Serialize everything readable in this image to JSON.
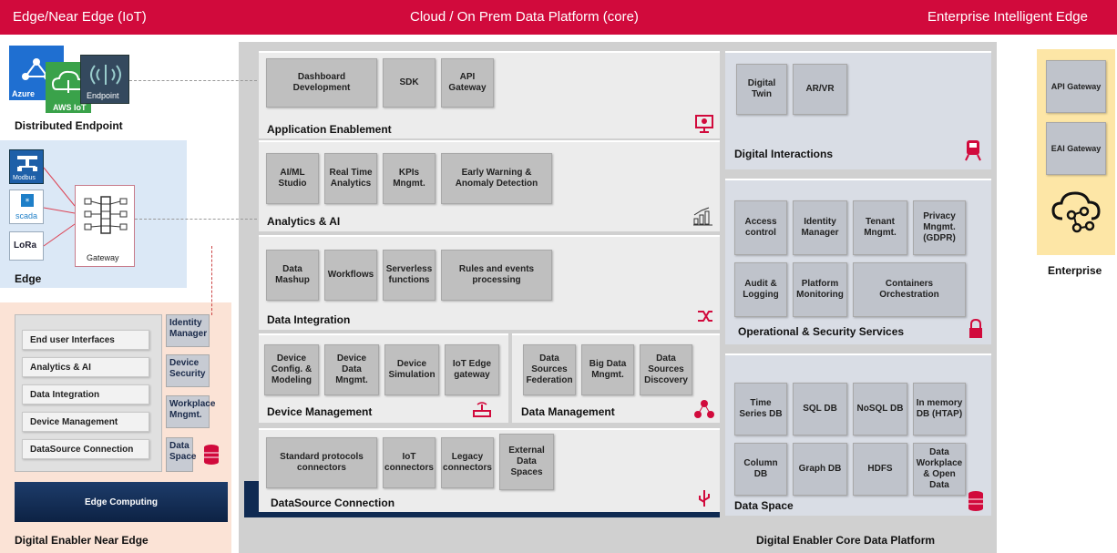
{
  "header": {
    "left": "Edge/Near Edge (IoT)",
    "center": "Cloud / On Prem Data Platform (core)",
    "right": "Enterprise Intelligent Edge"
  },
  "endpoint": {
    "azure": "Azure",
    "awsiot": "AWS IoT",
    "endpoint": "Endpoint",
    "title": "Distributed Endpoint"
  },
  "edge": {
    "modbus": "Modbus",
    "scada": "scada",
    "lora": "LoRa",
    "gateway": "Gateway",
    "title": "Edge"
  },
  "near_edge": {
    "items": [
      "End user Interfaces",
      "Analytics & AI",
      "Data Integration",
      "Device Management",
      "DataSource Connection"
    ],
    "right_items": [
      "Identity Manager",
      "Device Security",
      "Workplace Mngmt.",
      "Data Space"
    ],
    "edge_computing": "Edge Computing",
    "title": "Digital Enabler Near Edge"
  },
  "core": {
    "app": {
      "boxes": [
        "Dashboard Development",
        "SDK",
        "API Gateway"
      ],
      "title": "Application Enablement"
    },
    "analytics": {
      "boxes": [
        "AI/ML Studio",
        "Real Time Analytics",
        "KPIs Mngmt.",
        "Early Warning & Anomaly Detection"
      ],
      "title": "Analytics & AI"
    },
    "integration": {
      "boxes": [
        "Data Mashup",
        "Workflows",
        "Serverless functions",
        "Rules and events processing"
      ],
      "title": "Data Integration"
    },
    "device": {
      "boxes": [
        "Device Config. & Modeling",
        "Device Data Mngmt.",
        "Device Simulation",
        "IoT Edge gateway"
      ],
      "title": "Device Management"
    },
    "datamgmt": {
      "boxes": [
        "Data Sources Federation",
        "Big Data Mngmt.",
        "Data Sources Discovery"
      ],
      "title": "Data Management"
    },
    "datasource": {
      "boxes": [
        "Standard protocols connectors",
        "IoT connectors",
        "Legacy connectors",
        "External Data Spaces"
      ],
      "title": "DataSource Connection"
    },
    "interactions": {
      "boxes": [
        "Digital Twin",
        "AR/VR"
      ],
      "title": "Digital Interactions"
    },
    "opsec": {
      "boxes": [
        "Access control",
        "Identity Manager",
        "Tenant Mngmt.",
        "Privacy Mngmt. (GDPR)",
        "Audit & Logging",
        "Platform Monitoring",
        "Containers Orchestration"
      ],
      "title": "Operational & Security Services"
    },
    "dataspace": {
      "boxes": [
        "Time Series DB",
        "SQL DB",
        "NoSQL DB",
        "In memory DB (HTAP)",
        "Column DB",
        "Graph DB",
        "HDFS",
        "Data Workplace & Open Data"
      ],
      "title": "Data Space"
    },
    "footer": "Digital Enabler Core Data Platform"
  },
  "enterprise": {
    "boxes": [
      "API Gateway",
      "EAI Gateway"
    ],
    "title": "Enterprise"
  },
  "colors": {
    "header": "#d10a3c",
    "core_bg": "#d0d0d0",
    "near_edge_bg": "#fbe3d6",
    "edge_bg": "#dbe8f6",
    "enterprise_bg": "#fde6a6",
    "accent": "#d10a3c"
  }
}
